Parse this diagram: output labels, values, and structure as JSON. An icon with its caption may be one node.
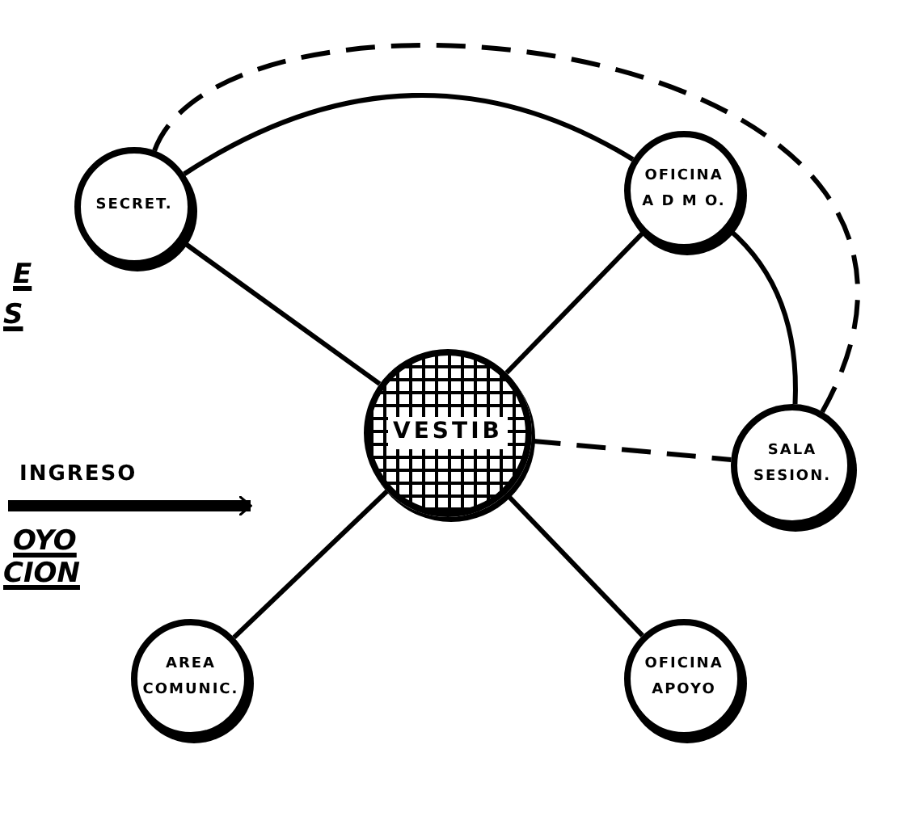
{
  "diagram": {
    "nodes": [
      {
        "text": [
          "SECRET."
        ]
      },
      {
        "text": [
          "OFICINA",
          "A D M O."
        ]
      },
      {
        "text": [
          "VESTIB"
        ]
      },
      {
        "text": [
          "SALA",
          "SESION."
        ]
      },
      {
        "text": [
          "AREA",
          "COMUNIC."
        ]
      },
      {
        "text": [
          "OFICINA",
          "APOYO"
        ]
      }
    ],
    "edges": [
      {
        "from": 0,
        "to": 2,
        "arrow": "none"
      },
      {
        "from": 1,
        "to": 2,
        "arrow": "none"
      },
      {
        "from": 2,
        "to": 4,
        "arrow": "none"
      },
      {
        "from": 2,
        "to": 5,
        "arrow": "none"
      },
      {
        "from": 2,
        "to": 3,
        "arrow": "none",
        "style": "dashed"
      },
      {
        "from": 0,
        "to": 1,
        "arrow": "none"
      },
      {
        "from": 1,
        "to": 3,
        "arrow": "none"
      },
      {
        "from": 0,
        "to": 3,
        "arrow": "none",
        "style": "dashed"
      },
      {
        "from": null,
        "to": 2,
        "arrow": "to",
        "label": "INGRESO",
        "style": "thick"
      }
    ],
    "labels": [
      "E",
      "S",
      "OYO",
      "CION"
    ]
  }
}
